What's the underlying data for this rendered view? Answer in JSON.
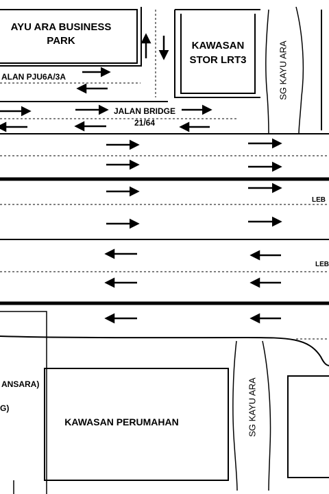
{
  "labels": {
    "kayu_ara_bp_line1": "AYU ARA BUSINESS",
    "kayu_ara_bp_line2": "PARK",
    "kawasan_stor_line1": "KAWASAN",
    "kawasan_stor_line2": "STOR LRT3",
    "jalan_pju6a": "ALAN PJU6A/3A",
    "jalan_bridge_line1": "JALAN BRIDGE",
    "jalan_bridge_line2": "21/64",
    "sg_kayu_ara_top": "SG KAYU ARA",
    "sg_kayu_ara_bottom": "SG KAYU ARA",
    "leb_1": "LEB",
    "leb_2": "LEB",
    "kawasan_perumahan": "KAWASAN PERUMAHAN",
    "left_partial_1": "ANSARA)",
    "left_partial_2": "G)"
  },
  "colors": {
    "ink": "#000000",
    "paper": "#ffffff"
  }
}
